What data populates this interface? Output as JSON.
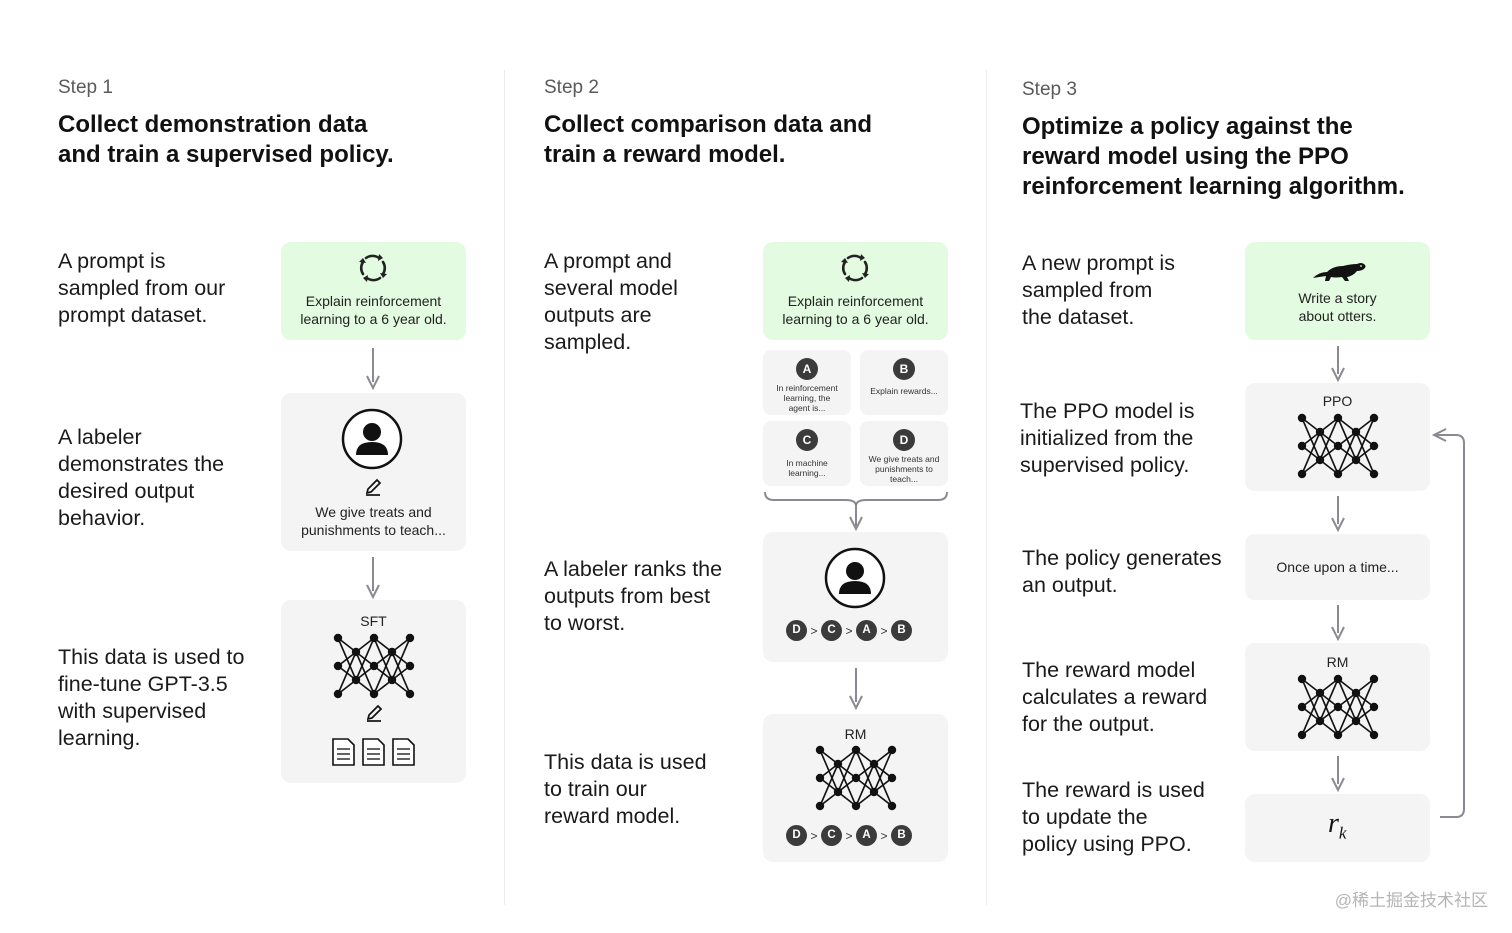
{
  "step1": {
    "label": "Step 1",
    "title_lines": [
      "Collect demonstration data",
      "and train a supervised policy."
    ],
    "desc1": [
      "A prompt is",
      "sampled from our",
      "prompt dataset."
    ],
    "desc2": [
      "A labeler",
      "demonstrates the",
      "desired output",
      "behavior."
    ],
    "desc3": [
      "This data is used to",
      "fine-tune GPT-3.5",
      "with supervised",
      "learning."
    ],
    "prompt_card": [
      "Explain reinforcement",
      "learning to a 6 year old."
    ],
    "labeler_card": [
      "We give treats and",
      "punishments to teach..."
    ],
    "model_label": "SFT"
  },
  "step2": {
    "label": "Step 2",
    "title_lines": [
      "Collect comparison data and",
      "train a reward model."
    ],
    "desc1": [
      "A prompt and",
      "several model",
      "outputs are",
      "sampled."
    ],
    "desc2": [
      "A labeler ranks the",
      "outputs from best",
      "to worst."
    ],
    "desc3": [
      "This data is used",
      "to train our",
      "reward model."
    ],
    "prompt_card": [
      "Explain reinforcement",
      "learning to a 6 year old."
    ],
    "outputs": [
      {
        "letter": "A",
        "lines": [
          "In reinforcement",
          "learning, the",
          "agent is..."
        ]
      },
      {
        "letter": "B",
        "lines": [
          "Explain rewards..."
        ]
      },
      {
        "letter": "C",
        "lines": [
          "In machine",
          "learning..."
        ]
      },
      {
        "letter": "D",
        "lines": [
          "We give treats and",
          "punishments to",
          "teach..."
        ]
      }
    ],
    "ranking": [
      "D",
      "C",
      "A",
      "B"
    ],
    "rank_sep": ">",
    "model_label": "RM"
  },
  "step3": {
    "label": "Step 3",
    "title_lines": [
      "Optimize a policy against the",
      "reward model using the PPO",
      "reinforcement learning algorithm."
    ],
    "desc1": [
      "A new prompt is",
      "sampled from",
      "the dataset."
    ],
    "desc2": [
      "The PPO model is",
      "initialized from the",
      "supervised policy."
    ],
    "desc3": [
      "The policy generates",
      "an output."
    ],
    "desc4": [
      "The reward model",
      "calculates a reward",
      "for the output."
    ],
    "desc5": [
      "The reward is used",
      "to update the",
      "policy using PPO."
    ],
    "prompt_card": [
      "Write a story",
      "about otters."
    ],
    "ppo_label": "PPO",
    "output_text": "Once upon a time...",
    "rm_label": "RM",
    "reward_symbol": "r",
    "reward_subscript": "k"
  },
  "icons": [
    "cycle-icon",
    "person-icon",
    "pencil-icon",
    "neural-network-icon",
    "document-icon",
    "otter-icon",
    "arrow-down-icon",
    "feedback-loop-arrow"
  ],
  "colors": {
    "green_card": "#e3fbe0",
    "gray_card": "#f4f4f4",
    "badge": "#3b3b3b",
    "arrow": "#8a8a92"
  },
  "watermark": "@稀土掘金技术社区"
}
